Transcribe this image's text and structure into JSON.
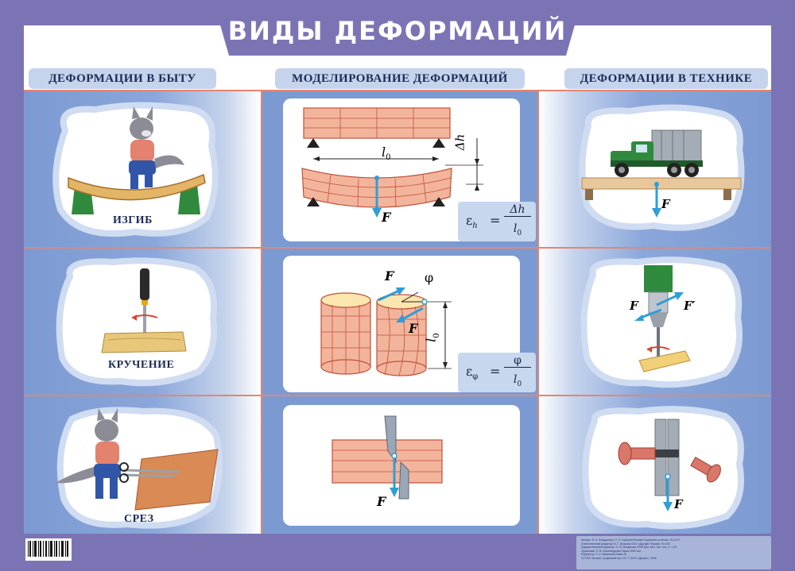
{
  "title": "ВИДЫ ДЕФОРМАЦИЙ",
  "columns": {
    "everyday": "ДЕФОРМАЦИИ В БЫТУ",
    "modeling": "МОДЕЛИРОВАНИЕ ДЕФОРМАЦИЙ",
    "technology": "ДЕФОРМАЦИИ В ТЕХНИКЕ"
  },
  "rows": {
    "bending": {
      "caption": "ИЗГИБ",
      "labels": {
        "length": "l",
        "length_sub": "0",
        "delta": "Δh",
        "force": "F"
      },
      "formula": {
        "lhs": "ε",
        "lhs_sub": "h",
        "eq": "=",
        "num": "Δh",
        "den": "l",
        "den_sub": "0"
      }
    },
    "torsion": {
      "caption": "КРУЧЕНИЕ",
      "labels": {
        "angle": "φ",
        "length": "l",
        "length_sub": "0",
        "force": "F",
        "force_prime": "F′"
      },
      "formula": {
        "lhs": "ε",
        "lhs_sub": "φ",
        "eq": "=",
        "num": "φ",
        "den": "l",
        "den_sub": "0"
      }
    },
    "shear": {
      "caption": "СРЕЗ",
      "labels": {
        "force": "F"
      }
    }
  },
  "colors": {
    "border": "#7b74b4",
    "panel": "#7c9ad2",
    "panel_light": "#c5d3ec",
    "divider": "#e48670",
    "arrow": "#2f9ed8",
    "beam": "#f3b49c",
    "beam_line": "#c0523a"
  },
  "footer": {
    "lines": [
      "Авторы: Ф. А. Кондратьев, Л. Л. Горбунов    Москва       Подписано в печать 15.10.07",
      "Ответственный редактор: В. Г. Волкова        ООО «Дрофа»   Формат 70×100",
      "Художественный редактор: О. В. Мымренко     2008          Бум. мел. Усл. печ. л. 1,25",
      "Художники: Л. В. Александрова                              Тираж 3000 экз.",
      "Корректор: Л. А. Мамонова                                   Заказ №",
      "127018, Москва, Сущевский вал, 49.   © ООО «Дрофа», 2008"
    ]
  }
}
